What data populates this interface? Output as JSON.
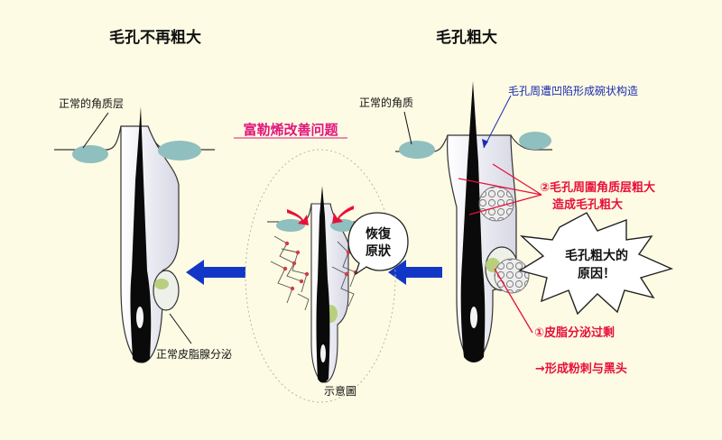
{
  "left": {
    "title": "毛孔不再粗大",
    "label_stratum": "正常的角质层",
    "label_gland": "正常皮脂腺分泌"
  },
  "right": {
    "title": "毛孔粗大",
    "label_stratum": "正常的角质",
    "label_bowl": "毛孔周遭凹陷形成碗状构造",
    "cause2_line1": "②毛孔周圍角质层粗大",
    "cause2_line2": "造成毛孔粗大",
    "burst_line1": "毛孔粗大的",
    "burst_line2": "原因！",
    "cause1": "①皮脂分泌过剩",
    "cause1_result": "→形成粉刺与黑头"
  },
  "center": {
    "headline": "富勒烯改善问题",
    "bubble_line1": "恢復",
    "bubble_line2": "原狀",
    "caption": "示意圖"
  },
  "colors": {
    "background": "#fdfbe3",
    "arrow_blue": "#1237c6",
    "highlight_red": "#e8103a",
    "headline_pink": "#e0167e",
    "blue_text": "#1a2bb0",
    "stratum_teal": "#8fbfbe",
    "sebum_green": "#b9cf7e",
    "bowl_orange": "#f2b27a"
  }
}
